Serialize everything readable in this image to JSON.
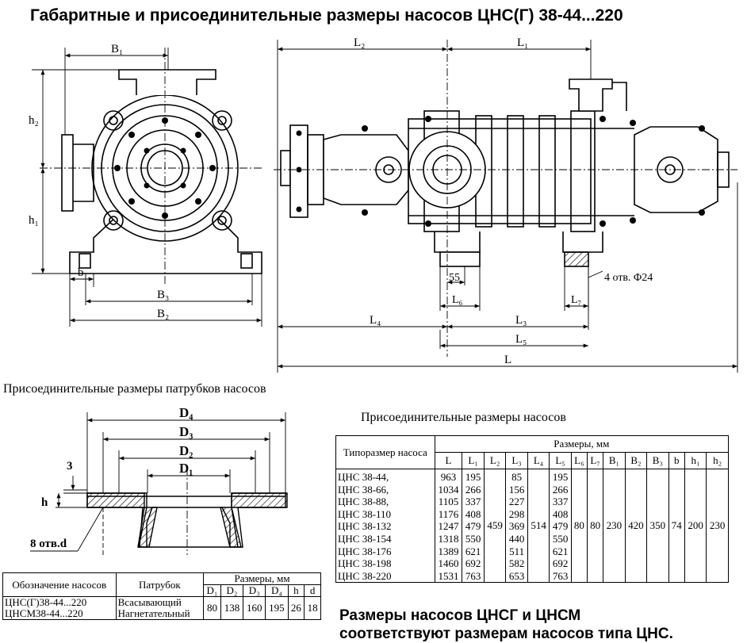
{
  "title": "Габаритные и присоединительные размеры насосов ЦНС(Г) 38-44...220",
  "front_view": {
    "labels": {
      "b1": "B₁",
      "h2": "h₂",
      "h1": "h₁",
      "b": "b",
      "b3": "B₃",
      "b2": "B₂"
    }
  },
  "side_view": {
    "labels": {
      "l2": "L₂",
      "l1": "L₁",
      "d55": "55",
      "holes": "4 отв. Φ24",
      "l6": "L₆",
      "l7": "L₇",
      "l4": "L₄",
      "l3": "L₃",
      "l5": "L₅",
      "l": "L"
    }
  },
  "flange": {
    "section_title": "Присоединительные размеры патрубков насосов",
    "labels": {
      "d4": "D₄",
      "d3": "D₃",
      "d2": "D₂",
      "d1": "D₁",
      "three": "3",
      "h": "h",
      "holes": "8 отв.d"
    }
  },
  "pump_table": {
    "section_title": "Присоединительные размеры насосов",
    "col_type": "Типоразмер насоса",
    "col_dims": "Размеры, мм",
    "headers": [
      "L",
      "L₁",
      "L₂",
      "L₃",
      "L₄",
      "L₅",
      "L₆",
      "L₇",
      "B₁",
      "B₂",
      "B₃",
      "b",
      "h₁",
      "h₂"
    ],
    "models": [
      "ЦНС 38-44,",
      "ЦНС 38-66,",
      "ЦНС 38-88,",
      "ЦНС 38-110",
      "ЦНС 38-132",
      "ЦНС 38-154",
      "ЦНС 38-176",
      "ЦНС 38-198",
      "ЦНС 38-220"
    ],
    "L": [
      "963",
      "1034",
      "1105",
      "1176",
      "1247",
      "1318",
      "1389",
      "1460",
      "1531"
    ],
    "L1": [
      "195",
      "266",
      "337",
      "408",
      "479",
      "550",
      "621",
      "692",
      "763"
    ],
    "L3": [
      "85",
      "156",
      "227",
      "298",
      "369",
      "440",
      "511",
      "582",
      "653"
    ],
    "L5": [
      "195",
      "266",
      "337",
      "408",
      "479",
      "550",
      "621",
      "692",
      "763"
    ],
    "common": {
      "L2": "459",
      "L4": "514",
      "L6": "80",
      "L7": "80",
      "B1": "230",
      "B2": "420",
      "B3": "350",
      "b": "74",
      "h1": "200",
      "h2": "230"
    }
  },
  "nozzle_table": {
    "col_designation": "Обозначение насосов",
    "col_pipe": "Патрубок",
    "col_dims": "Размеры, мм",
    "headers": [
      "D₁",
      "D₂",
      "D₃",
      "D₄",
      "h",
      "d"
    ],
    "rows": [
      {
        "designation": "ЦНС(Г)38-44...220",
        "pipe": "Всасывающий"
      },
      {
        "designation": "ЦНСМ38-44...220",
        "pipe": "Нагнетательный"
      }
    ],
    "values": [
      "80",
      "138",
      "160",
      "195",
      "26",
      "18"
    ]
  },
  "note": [
    "Размеры насосов ЦНСГ и ЦНСМ",
    "соответствуют размерам насосов типа ЦНС."
  ]
}
